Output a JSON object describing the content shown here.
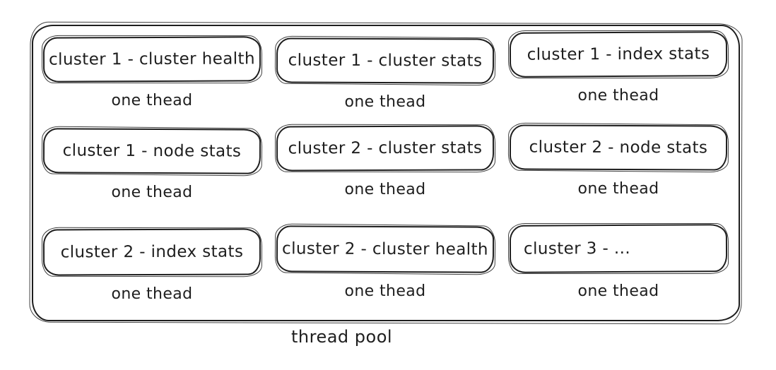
{
  "diagram": {
    "title": "thread pool",
    "colors": {
      "stroke": "#1e1e1e",
      "background": "#ffffff"
    },
    "cells": [
      {
        "label": "cluster 1 - cluster health",
        "caption": "one thead"
      },
      {
        "label": "cluster 1 - cluster stats",
        "caption": "one thead"
      },
      {
        "label": "cluster 1 - index stats",
        "caption": "one thead"
      },
      {
        "label": "cluster 1 - node stats",
        "caption": "one thead"
      },
      {
        "label": "cluster 2 - cluster stats",
        "caption": "one thead"
      },
      {
        "label": "cluster 2 - node stats",
        "caption": "one thead"
      },
      {
        "label": "cluster 2 - index stats",
        "caption": "one thead"
      },
      {
        "label": "cluster 2 - cluster health",
        "caption": "one thead"
      },
      {
        "label": "cluster 3 - ...",
        "caption": "one thead"
      }
    ]
  }
}
